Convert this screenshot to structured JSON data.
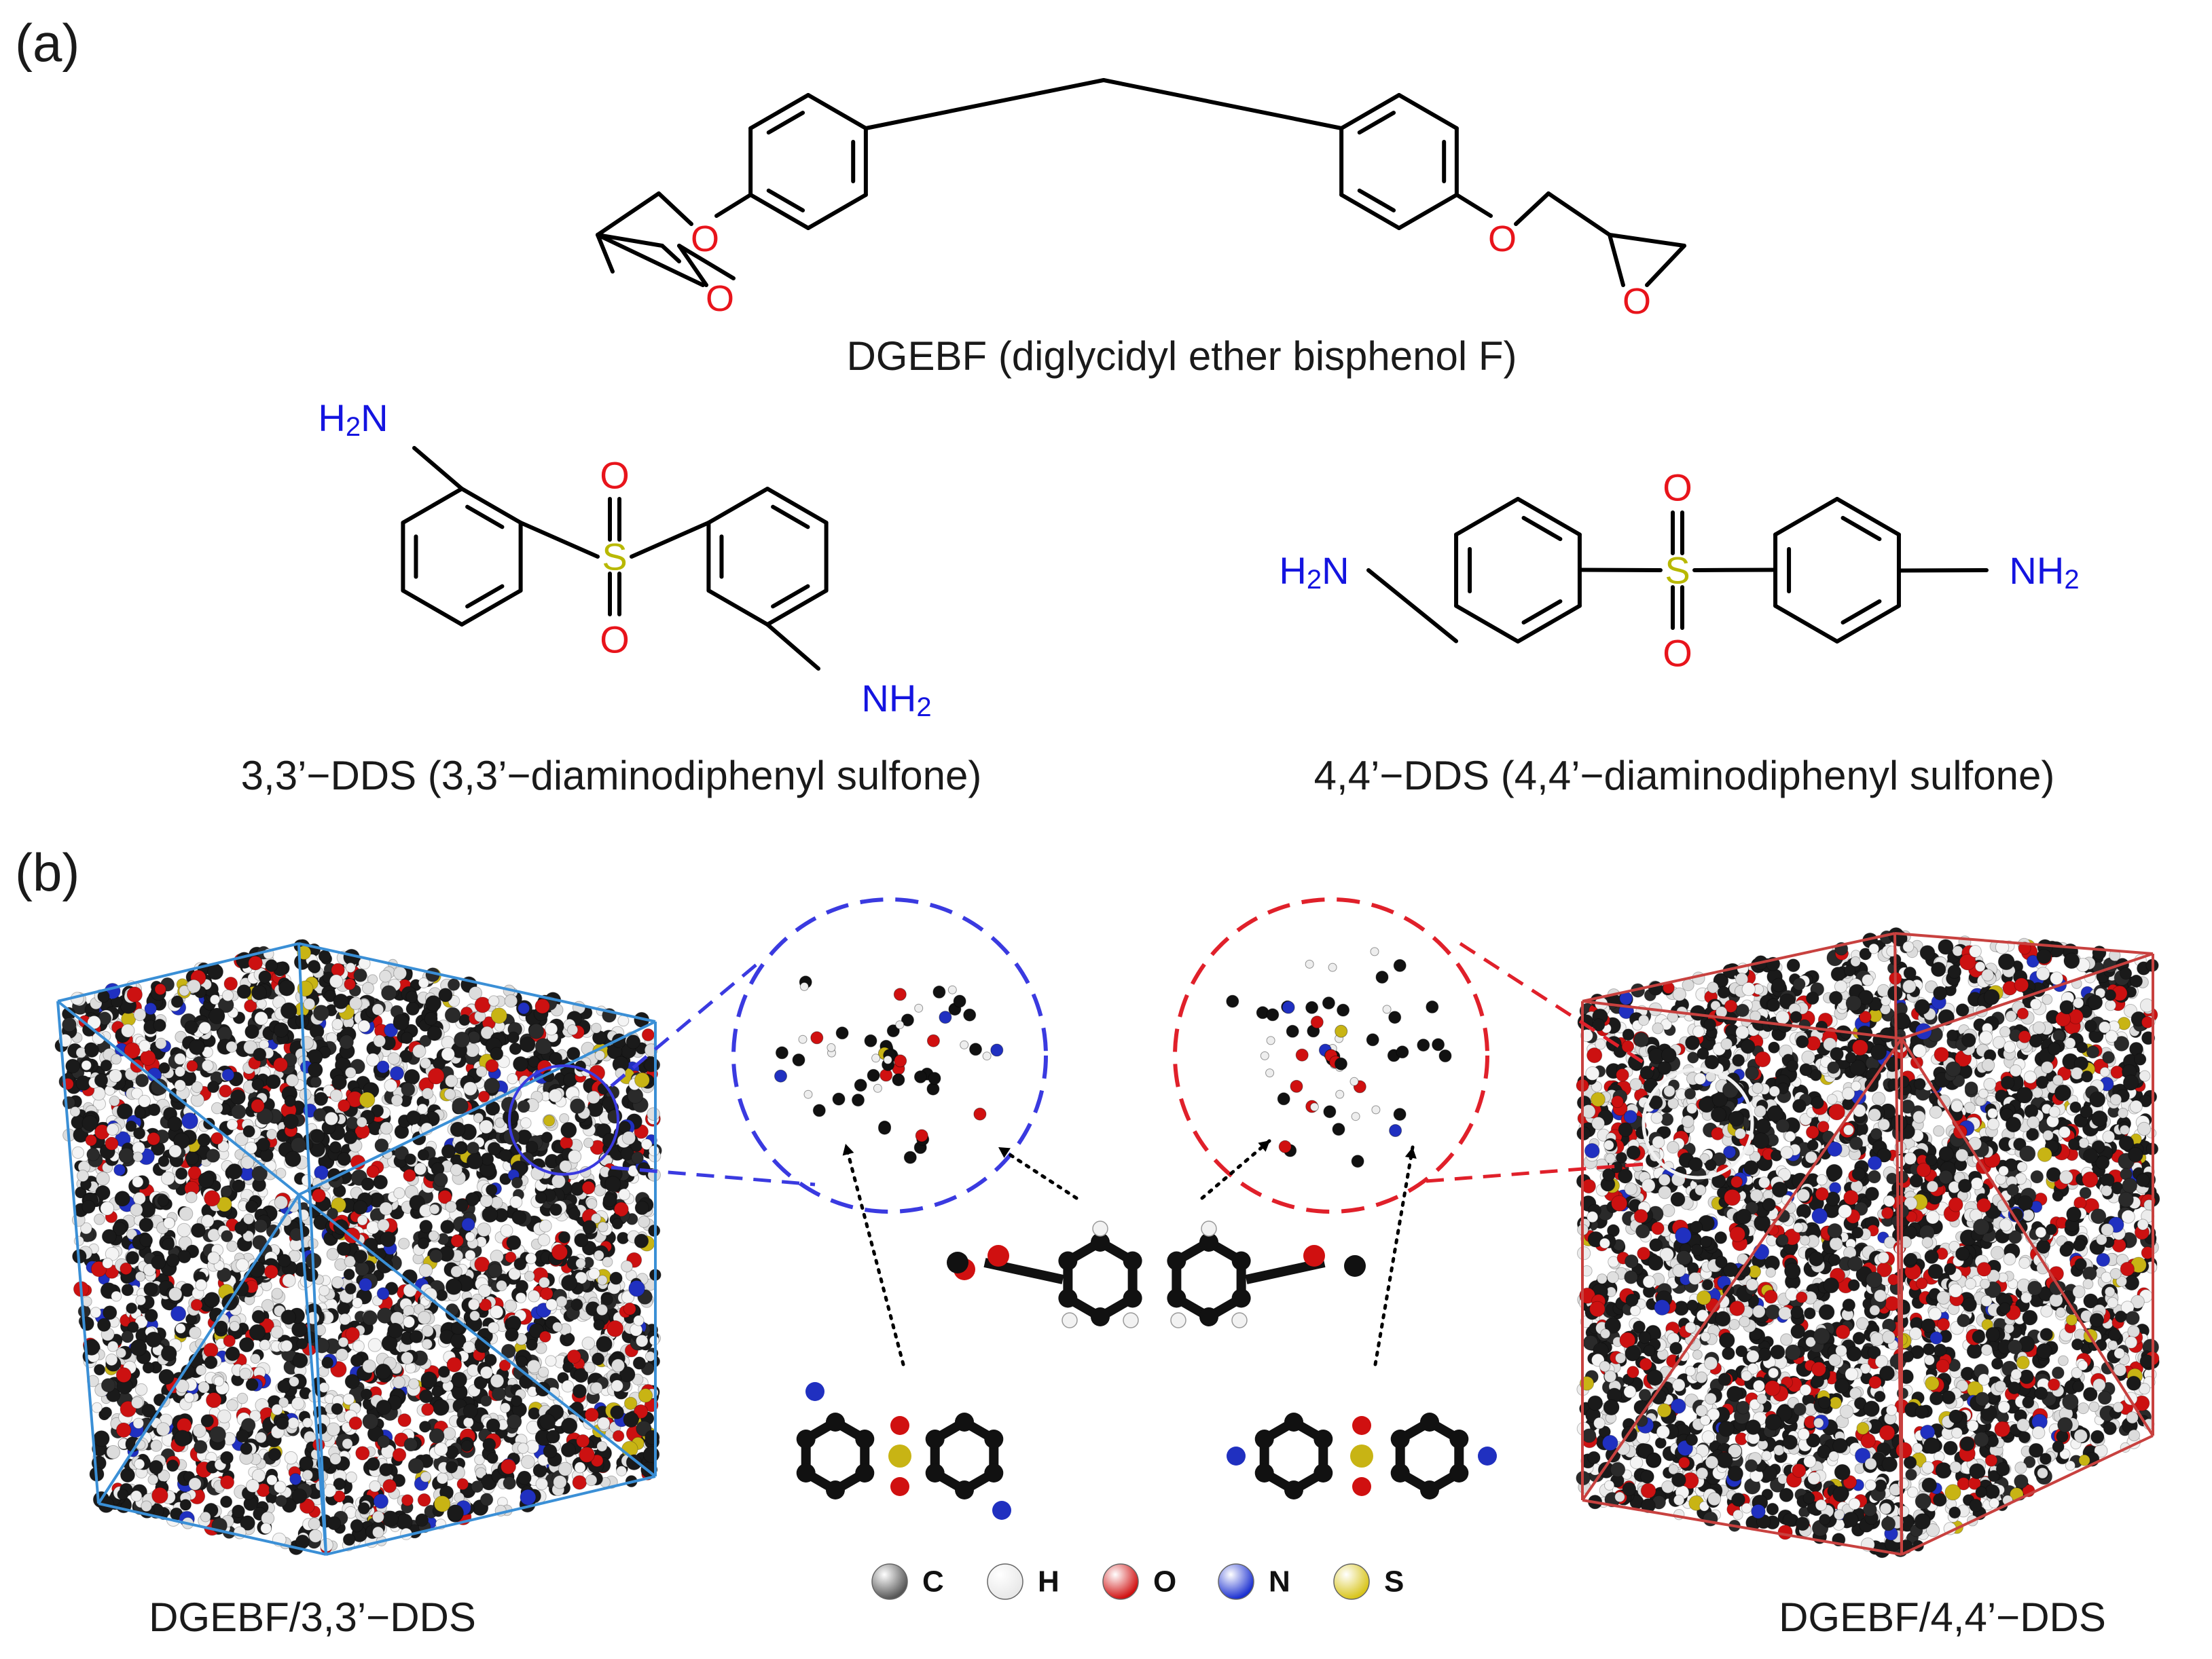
{
  "panels": {
    "a": "(a)",
    "b": "(b)"
  },
  "molecules": {
    "dgebf": {
      "caption": "DGEBF (diglycidyl ether bisphenol F)"
    },
    "dds33": {
      "caption": "3,3’−DDS (3,3’−diaminodiphenyl sulfone)"
    },
    "dds44": {
      "caption": "4,4’−DDS (4,4’−diaminodiphenyl sulfone)"
    }
  },
  "atoms": {
    "O": "O",
    "S": "S",
    "N": "N",
    "H2N": "H2N",
    "NH2": "NH2",
    "H": "H",
    "sub2": "2"
  },
  "systems": {
    "left": {
      "caption": "DGEBF/3,3’−DDS",
      "box_color": "#3a8fd6"
    },
    "right": {
      "caption": "DGEBF/4,4’−DDS",
      "box_color": "#c8413f"
    }
  },
  "legend": [
    {
      "label": "C",
      "color": "#555555"
    },
    {
      "label": "H",
      "color": "#e8e8e8"
    },
    {
      "label": "O",
      "color": "#d01010"
    },
    {
      "label": "N",
      "color": "#1a2fd0"
    },
    {
      "label": "S",
      "color": "#d8c41a"
    }
  ],
  "colors": {
    "bond": "#000000",
    "oxygen_text": "#e8141b",
    "nitrogen_text": "#1414e0",
    "sulfur_text": "#b8b800",
    "zoom_left": "#3a3ae0",
    "zoom_right": "#e0202a"
  }
}
